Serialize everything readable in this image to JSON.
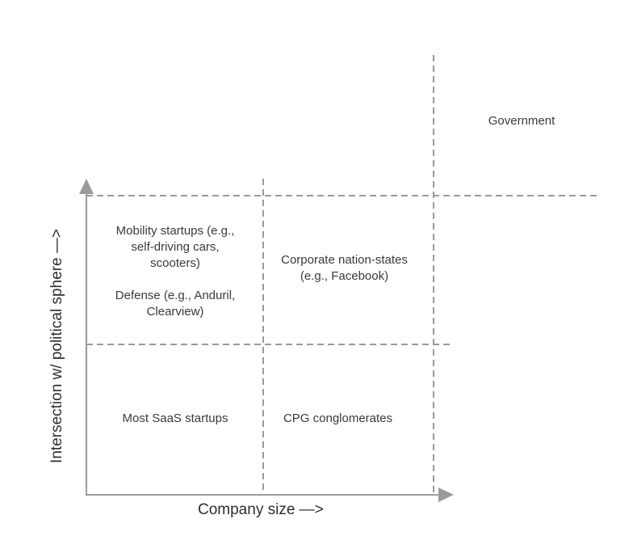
{
  "axes": {
    "x_label": "Company size —>",
    "y_label": "Intersection w/ political sphere —>"
  },
  "cells": {
    "government": "Government",
    "mobility": [
      "Mobility startups (e.g.,",
      "self-driving cars,",
      "scooters)"
    ],
    "defense": [
      "Defense (e.g., Anduril,",
      "Clearview)"
    ],
    "corporate_nation_states": [
      "Corporate nation-states",
      "(e.g., Facebook)"
    ],
    "saas": "Most SaaS startups",
    "cpg": "CPG conglomerates"
  },
  "colors": {
    "lines": "#9a9a9a",
    "text": "#3a3a3a"
  }
}
